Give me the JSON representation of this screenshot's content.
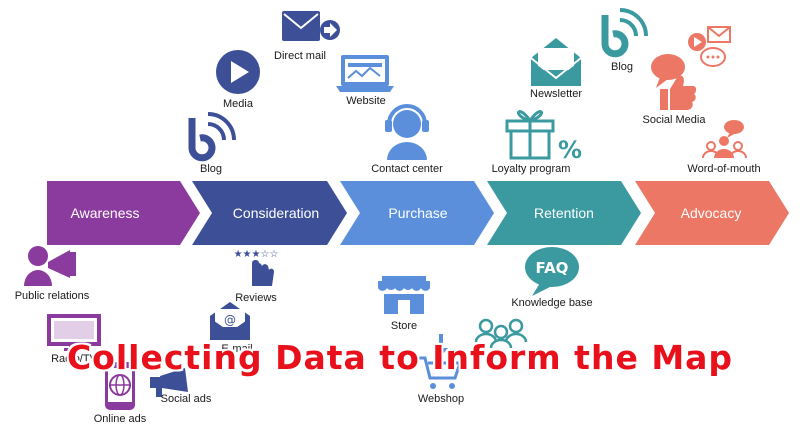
{
  "stages": [
    {
      "id": "awareness",
      "label": "Awareness",
      "color": "#8b3a9e"
    },
    {
      "id": "consideration",
      "label": "Consideration",
      "color": "#3d4f96"
    },
    {
      "id": "purchase",
      "label": "Purchase",
      "color": "#5b8fdc"
    },
    {
      "id": "retention",
      "label": "Retention",
      "color": "#3a9aa0"
    },
    {
      "id": "advocacy",
      "label": "Advocacy",
      "color": "#ec7765"
    }
  ],
  "touchpoints": {
    "direct_mail": "Direct mail",
    "media": "Media",
    "website": "Website",
    "blog_consideration": "Blog",
    "contact_center": "Contact center",
    "newsletter": "Newsletter",
    "loyalty_program": "Loyalty program",
    "blog_advocacy": "Blog",
    "social_media": "Social Media",
    "word_of_mouth": "Word-of-mouth",
    "public_relations": "Public relations",
    "radio_tv": "Radio/TV",
    "online_ads": "Online ads",
    "social_ads": "Social ads",
    "reviews": "Reviews",
    "email": "E-mail",
    "store": "Store",
    "webshop": "Webshop",
    "knowledge_base": "Knowledge base"
  },
  "overlay_title": "Collecting Data to Inform the Map",
  "icon_colors": {
    "navy": "#3d4f96",
    "purple": "#8b3a9e",
    "blue": "#5b8fdc",
    "teal": "#3a9aa0",
    "coral": "#ec7765"
  }
}
